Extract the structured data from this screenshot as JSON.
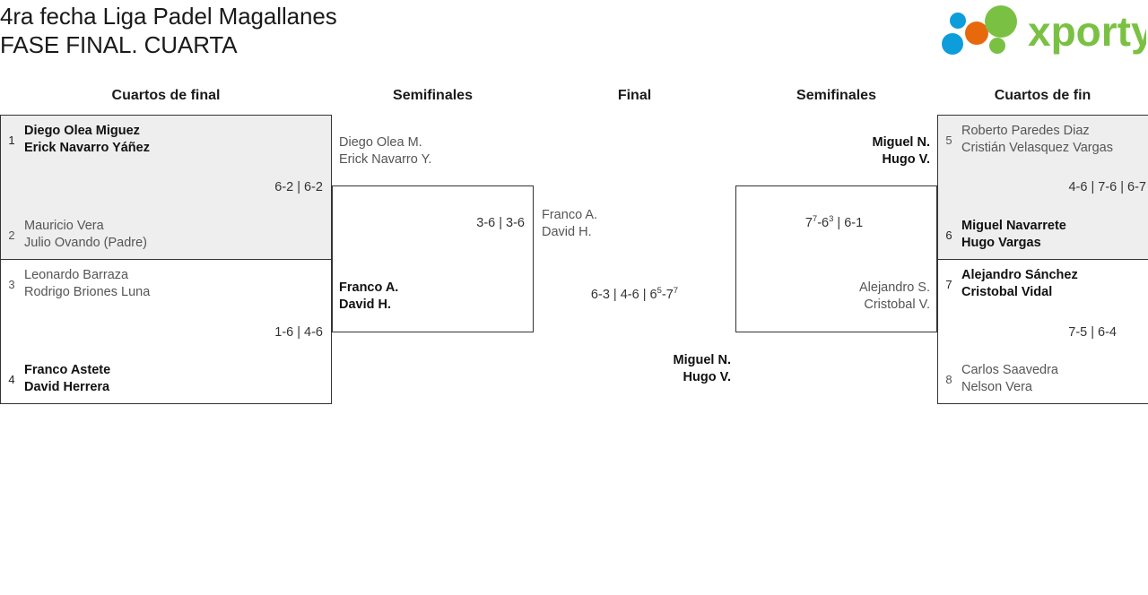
{
  "header": {
    "title_line1": "4ra fecha Liga Padel Magallanes",
    "title_line2": "FASE FINAL. CUARTA",
    "logo_text": "xporty",
    "logo_colors": {
      "green": "#7ac143",
      "blue": "#0d9ddb",
      "orange": "#e8690b",
      "text_green": "#7ac143"
    }
  },
  "rounds": [
    {
      "id": "qf-left",
      "label": "Cuartos de final"
    },
    {
      "id": "sf-left",
      "label": "Semifinales"
    },
    {
      "id": "final",
      "label": "Final"
    },
    {
      "id": "sf-right",
      "label": "Semifinales"
    },
    {
      "id": "qf-right",
      "label": "Cuartos de fin"
    }
  ],
  "bracket": {
    "qf1": {
      "shaded": true,
      "top": {
        "seed": "1",
        "player1": "Diego Olea Miguez",
        "player2": "Erick Navarro Yáñez",
        "winner": true
      },
      "bottom": {
        "seed": "2",
        "player1": "Mauricio Vera",
        "player2": "Julio Ovando (Padre)",
        "winner": false
      },
      "score": "6-2 | 6-2"
    },
    "qf2": {
      "shaded": false,
      "top": {
        "seed": "3",
        "player1": "Leonardo Barraza",
        "player2": "Rodrigo Briones Luna",
        "winner": false
      },
      "bottom": {
        "seed": "4",
        "player1": "Franco Astete",
        "player2": "David Herrera",
        "winner": true
      },
      "score": "1-6 | 4-6"
    },
    "qf3": {
      "shaded": true,
      "top": {
        "seed": "5",
        "player1": "Roberto Paredes Diaz",
        "player2": "Cristián Velasquez Vargas",
        "winner": false
      },
      "bottom": {
        "seed": "6",
        "player1": "Miguel Navarrete",
        "player2": "Hugo Vargas",
        "winner": true
      },
      "score": "4-6 | 7-6 | 6-7"
    },
    "qf4": {
      "shaded": false,
      "top": {
        "seed": "7",
        "player1": "Alejandro Sánchez",
        "player2": "Cristobal Vidal",
        "winner": true
      },
      "bottom": {
        "seed": "8",
        "player1": "Carlos Saavedra",
        "player2": "Nelson Vera",
        "winner": false
      },
      "score": "7-5 | 6-4"
    },
    "sf1": {
      "top": {
        "player1": "Diego Olea M.",
        "player2": "Erick Navarro Y.",
        "winner": false
      },
      "bottom": {
        "player1": "Franco A.",
        "player2": "David H.",
        "winner": true
      },
      "score": "3-6 | 3-6"
    },
    "sf2": {
      "top": {
        "player1": "Miguel N.",
        "player2": "Hugo V.",
        "winner": true
      },
      "bottom": {
        "player1": "Alejandro S.",
        "player2": "Cristobal V.",
        "winner": false
      },
      "score_main_a": "7",
      "score_sup_a": "7",
      "score_mid": "-6",
      "score_sup_b": "3",
      "score_tail": " | 6-1"
    },
    "final": {
      "left": {
        "player1": "Franco A.",
        "player2": "David H.",
        "winner": false
      },
      "right": {
        "player1": "Miguel N.",
        "player2": "Hugo V.",
        "winner": true
      },
      "score_a": "6-3 | 4-6 | 6",
      "score_sup_a": "5",
      "score_b": "-7",
      "score_sup_b": "7"
    }
  }
}
